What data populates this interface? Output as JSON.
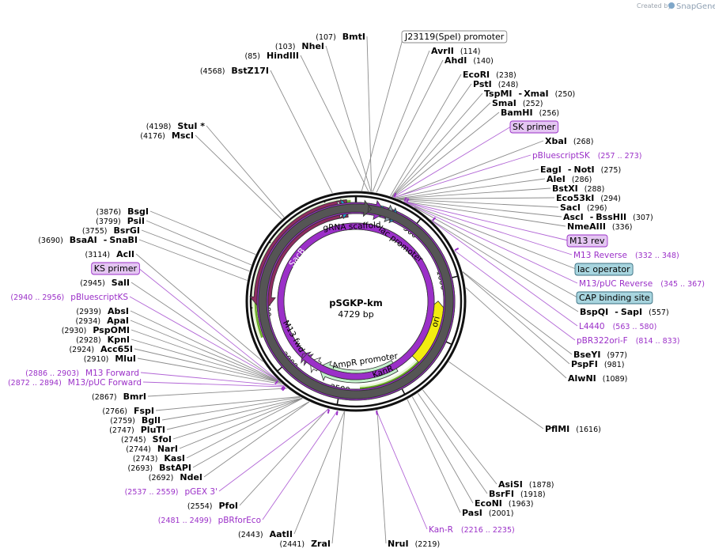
{
  "branding": {
    "created_by": "Created by",
    "product": "SnapGene"
  },
  "plasmid": {
    "name": "pSGKP-km",
    "size_label": "4729 bp",
    "length": 4729
  },
  "scale_ticks": [
    "500",
    "1000",
    "1500",
    "2000",
    "2500",
    "3000",
    "3500",
    "4000",
    "4500"
  ],
  "colors": {
    "SacB": "#8e2c60",
    "ori": "#f2ec10",
    "KanR": "#c4f0cc",
    "AmpR_promoter": "#ffffff",
    "lac_promoter": "#8fa2b2",
    "gRNA": "#2a2a2a",
    "primer": "#9b30c8",
    "ring_green": "#6fae2a"
  },
  "features": [
    {
      "label": "SacB",
      "start": 3450,
      "end": 4660,
      "strand": -1,
      "color": "#8e2c60",
      "r": 120,
      "labelPos": 4050,
      "labelR": 92
    },
    {
      "label": "ori",
      "start": 1180,
      "end": 1762,
      "strand": -1,
      "color": "#f2ec10",
      "r": 108,
      "labelPos": 1360,
      "labelR": 108
    },
    {
      "label": "KanR",
      "start": 1957,
      "end": 2752,
      "strand": -1,
      "color": "#c4f0cc",
      "r": 100,
      "labelPos": 2060,
      "labelR": 100
    },
    {
      "label": "AmpR promoter",
      "start": 2752,
      "end": 2857,
      "strand": 1,
      "color": "#ffffff",
      "r": 100,
      "labelPos": 2300,
      "labelR": 80
    },
    {
      "label": "M13 fwd",
      "start": 2890,
      "end": 2940,
      "strand": 1,
      "color": "#9b30c8",
      "r": 112,
      "labelPos": 2960,
      "labelR": 88
    },
    {
      "label": "lac promoter",
      "start": 400,
      "end": 425,
      "strand": 1,
      "color": "#8fa2b2",
      "r": 118,
      "labelPos": 620,
      "labelR": 92
    },
    {
      "label": "gRNA scaffold",
      "start": 4590,
      "end": 4625,
      "strand": 1,
      "color": "#2a2a2a",
      "r": 118,
      "labelPos": 4700,
      "labelR": 92
    }
  ],
  "feature_labels": {
    "gRNA": "gRNA scaffold",
    "lac": "lac promoter",
    "sacb": "SacB",
    "ori": "ori",
    "kanr": "KanR",
    "ampr": "AmpR promoter",
    "m13fwd": "M13 fwd"
  },
  "labels": [
    {
      "id": "bmtI",
      "kind": "enzyme",
      "name": "BmtI",
      "pos": "(107)",
      "nt": 107
    },
    {
      "id": "nheI",
      "kind": "enzyme",
      "name": "NheI",
      "pos": "(103)",
      "nt": 103
    },
    {
      "id": "hindIII",
      "kind": "enzyme",
      "name": "HindIII",
      "pos": "(85)",
      "nt": 85
    },
    {
      "id": "bstz17i",
      "kind": "enzyme",
      "name": "BstZ17I",
      "pos": "(4568)",
      "nt": 4568
    },
    {
      "id": "j23119",
      "kind": "boxfeature",
      "name": "J23119(SpeI) promoter",
      "nt": 40
    },
    {
      "id": "avrII",
      "kind": "enzyme",
      "name": "AvrII",
      "pos": "(114)",
      "nt": 114
    },
    {
      "id": "ahdI",
      "kind": "enzyme",
      "name": "AhdI",
      "pos": "(140)",
      "nt": 140
    },
    {
      "id": "ecoRI",
      "kind": "enzyme",
      "name": "EcoRI",
      "pos": "(238)",
      "nt": 238
    },
    {
      "id": "pstI",
      "kind": "enzyme",
      "name": "PstI",
      "pos": "(248)",
      "nt": 248
    },
    {
      "id": "tspMI",
      "kind": "enzyme",
      "name": "TspMI",
      "name2": "XmaI",
      "pos": "(250)",
      "nt": 250
    },
    {
      "id": "smaI",
      "kind": "enzyme",
      "name": "SmaI",
      "pos": "(252)",
      "nt": 252
    },
    {
      "id": "bamHI",
      "kind": "enzyme",
      "name": "BamHI",
      "pos": "(256)",
      "nt": 256
    },
    {
      "id": "skprimer",
      "kind": "primerbox",
      "name": "SK primer",
      "nt": 260
    },
    {
      "id": "xbaI",
      "kind": "enzyme",
      "name": "XbaI",
      "pos": "(268)",
      "nt": 268
    },
    {
      "id": "pbluescriptsk",
      "kind": "primer",
      "name": "pBluescriptSK",
      "pos": "(257 .. 273)",
      "nt": 265
    },
    {
      "id": "eagI",
      "kind": "enzyme",
      "name": "EagI",
      "name2": "NotI",
      "pos": "(275)",
      "nt": 275
    },
    {
      "id": "aleI",
      "kind": "enzyme",
      "name": "AleI",
      "pos": "(286)",
      "nt": 286
    },
    {
      "id": "bstXI",
      "kind": "enzyme",
      "name": "BstXI",
      "pos": "(288)",
      "nt": 288
    },
    {
      "id": "eco53kI",
      "kind": "enzyme",
      "name": "Eco53kI",
      "pos": "(294)",
      "nt": 294
    },
    {
      "id": "sacI",
      "kind": "enzyme",
      "name": "SacI",
      "pos": "(296)",
      "nt": 296
    },
    {
      "id": "ascI",
      "kind": "enzyme",
      "name": "AscI",
      "name2": "BssHII",
      "pos": "(307)",
      "nt": 307
    },
    {
      "id": "nmeAIII",
      "kind": "enzyme",
      "name": "NmeAIII",
      "pos": "(336)",
      "nt": 336
    },
    {
      "id": "m13rev",
      "kind": "primerbox",
      "name": "M13 rev",
      "nt": 340
    },
    {
      "id": "m13reverse",
      "kind": "primer",
      "name": "M13 Reverse",
      "pos": "(332 .. 348)",
      "nt": 340
    },
    {
      "id": "lacop",
      "kind": "featbox",
      "name": "lac operator",
      "nt": 365
    },
    {
      "id": "m13pucrev",
      "kind": "primer",
      "name": "M13/pUC Reverse",
      "pos": "(345 .. 367)",
      "nt": 356
    },
    {
      "id": "cap",
      "kind": "featbox",
      "name": "CAP binding site",
      "nt": 420
    },
    {
      "id": "bspQI",
      "kind": "enzyme",
      "name": "BspQI",
      "name2": "SapI",
      "pos": "(557)",
      "nt": 557
    },
    {
      "id": "l4440",
      "kind": "primer",
      "name": "L4440",
      "pos": "(563 .. 580)",
      "nt": 571
    },
    {
      "id": "pbr322",
      "kind": "primer",
      "name": "pBR322ori-F",
      "pos": "(814 .. 833)",
      "nt": 823
    },
    {
      "id": "bseYI",
      "kind": "enzyme",
      "name": "BseYI",
      "pos": "(977)",
      "nt": 977
    },
    {
      "id": "pspFI",
      "kind": "enzyme",
      "name": "PspFI",
      "pos": "(981)",
      "nt": 981
    },
    {
      "id": "alwNI",
      "kind": "enzyme",
      "name": "AlwNI",
      "pos": "(1089)",
      "nt": 1089
    },
    {
      "id": "pflMI",
      "kind": "enzyme",
      "name": "PflMI",
      "pos": "(1616)",
      "nt": 1616
    },
    {
      "id": "asiSI",
      "kind": "enzyme",
      "name": "AsiSI",
      "pos": "(1878)",
      "nt": 1878
    },
    {
      "id": "bsrFI",
      "kind": "enzyme",
      "name": "BsrFI",
      "pos": "(1918)",
      "nt": 1918
    },
    {
      "id": "ecoNI",
      "kind": "enzyme",
      "name": "EcoNI",
      "pos": "(1963)",
      "nt": 1963
    },
    {
      "id": "pasI",
      "kind": "enzyme",
      "name": "PasI",
      "pos": "(2001)",
      "nt": 2001
    },
    {
      "id": "kanr_primer",
      "kind": "primer",
      "name": "Kan-R",
      "pos": "(2216 .. 2235)",
      "nt": 2225
    },
    {
      "id": "nruI",
      "kind": "enzyme",
      "name": "NruI",
      "pos": "(2219)",
      "nt": 2219
    },
    {
      "id": "zraI",
      "kind": "enzyme",
      "name": "ZraI",
      "pos": "(2441)",
      "nt": 2441
    },
    {
      "id": "aatII",
      "kind": "enzyme",
      "name": "AatII",
      "pos": "(2443)",
      "nt": 2443
    },
    {
      "id": "pbrforeco",
      "kind": "primer",
      "name": "pBRforEco",
      "pos": "(2481 .. 2499)",
      "nt": 2490
    },
    {
      "id": "pfoI",
      "kind": "enzyme",
      "name": "PfoI",
      "pos": "(2554)",
      "nt": 2554
    },
    {
      "id": "pgex3",
      "kind": "primer",
      "name": "pGEX 3'",
      "pos": "(2537 .. 2559)",
      "nt": 2548
    },
    {
      "id": "ndeI",
      "kind": "enzyme",
      "name": "NdeI",
      "pos": "(2692)",
      "nt": 2692
    },
    {
      "id": "bstAPI",
      "kind": "enzyme",
      "name": "BstAPI",
      "pos": "(2693)",
      "nt": 2693
    },
    {
      "id": "kasI",
      "kind": "enzyme",
      "name": "KasI",
      "pos": "(2743)",
      "nt": 2743
    },
    {
      "id": "narI",
      "kind": "enzyme",
      "name": "NarI",
      "pos": "(2744)",
      "nt": 2744
    },
    {
      "id": "sfoI",
      "kind": "enzyme",
      "name": "SfoI",
      "pos": "(2745)",
      "nt": 2745
    },
    {
      "id": "pluTI",
      "kind": "enzyme",
      "name": "PluTI",
      "pos": "(2747)",
      "nt": 2747
    },
    {
      "id": "bglI",
      "kind": "enzyme",
      "name": "BglI",
      "pos": "(2759)",
      "nt": 2759
    },
    {
      "id": "fspI",
      "kind": "enzyme",
      "name": "FspI",
      "pos": "(2766)",
      "nt": 2766
    },
    {
      "id": "bmrI",
      "kind": "enzyme",
      "name": "BmrI",
      "pos": "(2867)",
      "nt": 2867
    },
    {
      "id": "m13puc_fwd",
      "kind": "primer",
      "name": "M13/pUC Forward",
      "pos": "(2872 .. 2894)",
      "nt": 2883
    },
    {
      "id": "m13forward",
      "kind": "primer",
      "name": "M13 Forward",
      "pos": "(2886 .. 2903)",
      "nt": 2894
    },
    {
      "id": "mluI",
      "kind": "enzyme",
      "name": "MluI",
      "pos": "(2910)",
      "nt": 2910
    },
    {
      "id": "acc65I",
      "kind": "enzyme",
      "name": "Acc65I",
      "pos": "(2924)",
      "nt": 2924
    },
    {
      "id": "kpnI",
      "kind": "enzyme",
      "name": "KpnI",
      "pos": "(2928)",
      "nt": 2928
    },
    {
      "id": "pspOMI",
      "kind": "enzyme",
      "name": "PspOMI",
      "pos": "(2930)",
      "nt": 2930
    },
    {
      "id": "apaI",
      "kind": "enzyme",
      "name": "ApaI",
      "pos": "(2934)",
      "nt": 2934
    },
    {
      "id": "absI",
      "kind": "enzyme",
      "name": "AbsI",
      "pos": "(2939)",
      "nt": 2939
    },
    {
      "id": "pbluescriptks",
      "kind": "primer",
      "name": "pBluescriptKS",
      "pos": "(2940 .. 2956)",
      "nt": 2948
    },
    {
      "id": "salI",
      "kind": "enzyme",
      "name": "SalI",
      "pos": "(2945)",
      "nt": 2945
    },
    {
      "id": "ksprimer",
      "kind": "primerbox",
      "name": "KS primer",
      "nt": 2950
    },
    {
      "id": "aclI",
      "kind": "enzyme",
      "name": "AclI",
      "pos": "(3114)",
      "nt": 3114
    },
    {
      "id": "bsaAI",
      "kind": "enzyme",
      "name": "BsaAI",
      "name2": "SnaBI",
      "pos": "(3690)",
      "nt": 3690
    },
    {
      "id": "bsrGI",
      "kind": "enzyme",
      "name": "BsrGI",
      "pos": "(3755)",
      "nt": 3755
    },
    {
      "id": "psiI",
      "kind": "enzyme",
      "name": "PsiI",
      "pos": "(3799)",
      "nt": 3799
    },
    {
      "id": "bsgI",
      "kind": "enzyme",
      "name": "BsgI",
      "pos": "(3876)",
      "nt": 3876
    },
    {
      "id": "mscI",
      "kind": "enzyme",
      "name": "MscI",
      "pos": "(4176)",
      "nt": 4176
    },
    {
      "id": "stuI",
      "kind": "enzyme",
      "name": "StuI *",
      "pos": "(4198)",
      "nt": 4198
    }
  ]
}
